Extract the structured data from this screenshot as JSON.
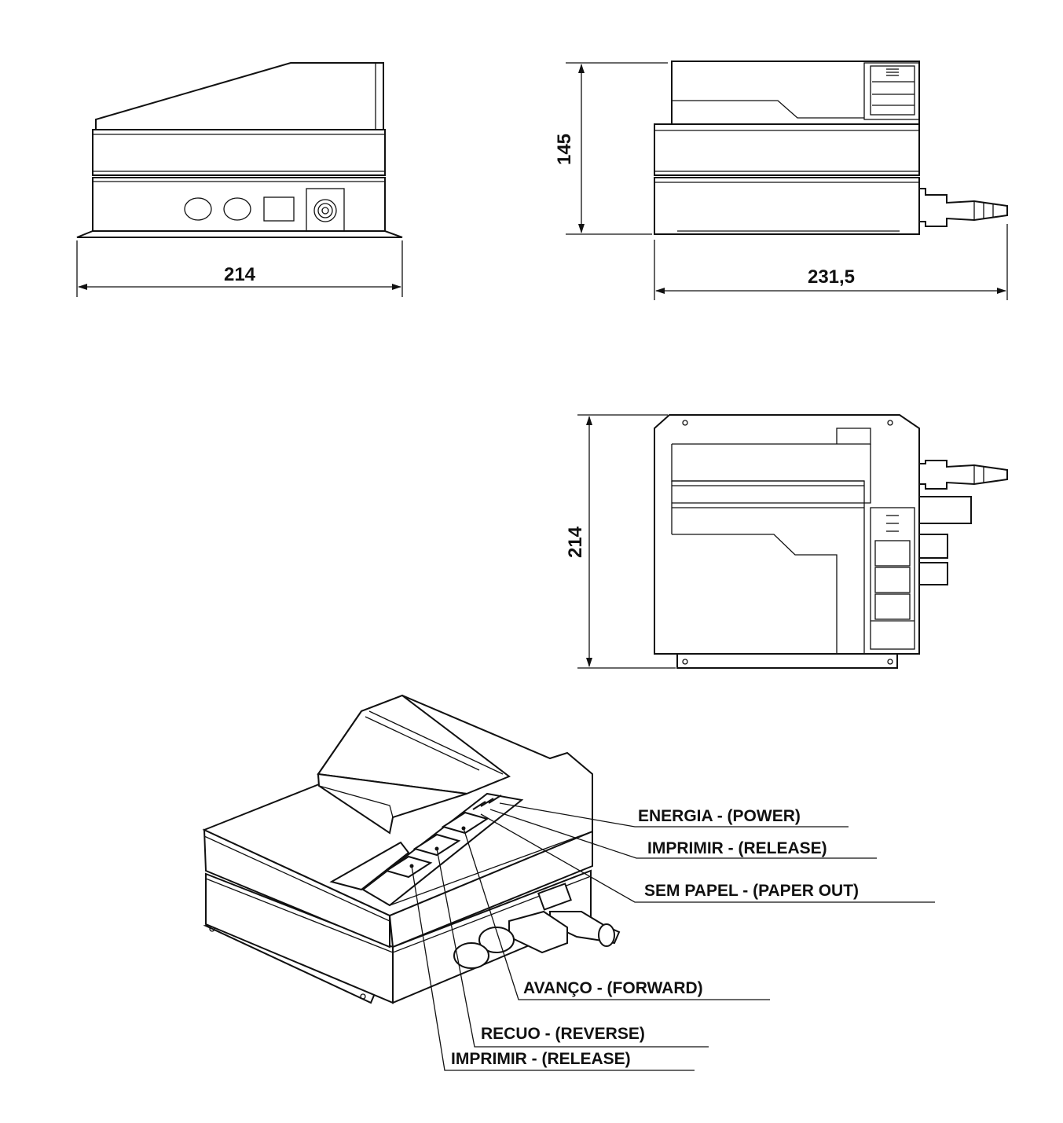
{
  "dimensions": {
    "front_width": "214",
    "side_height": "145",
    "side_depth": "231,5",
    "top_depth": "214"
  },
  "callouts": [
    {
      "label": "ENERGIA - (POWER)"
    },
    {
      "label": "IMPRIMIR - (RELEASE)"
    },
    {
      "label": "SEM PAPEL - (PAPER OUT)"
    },
    {
      "label": "AVANÇO - (FORWARD)"
    },
    {
      "label": "RECUO - (REVERSE)"
    },
    {
      "label": "IMPRIMIR - (RELEASE)"
    }
  ]
}
